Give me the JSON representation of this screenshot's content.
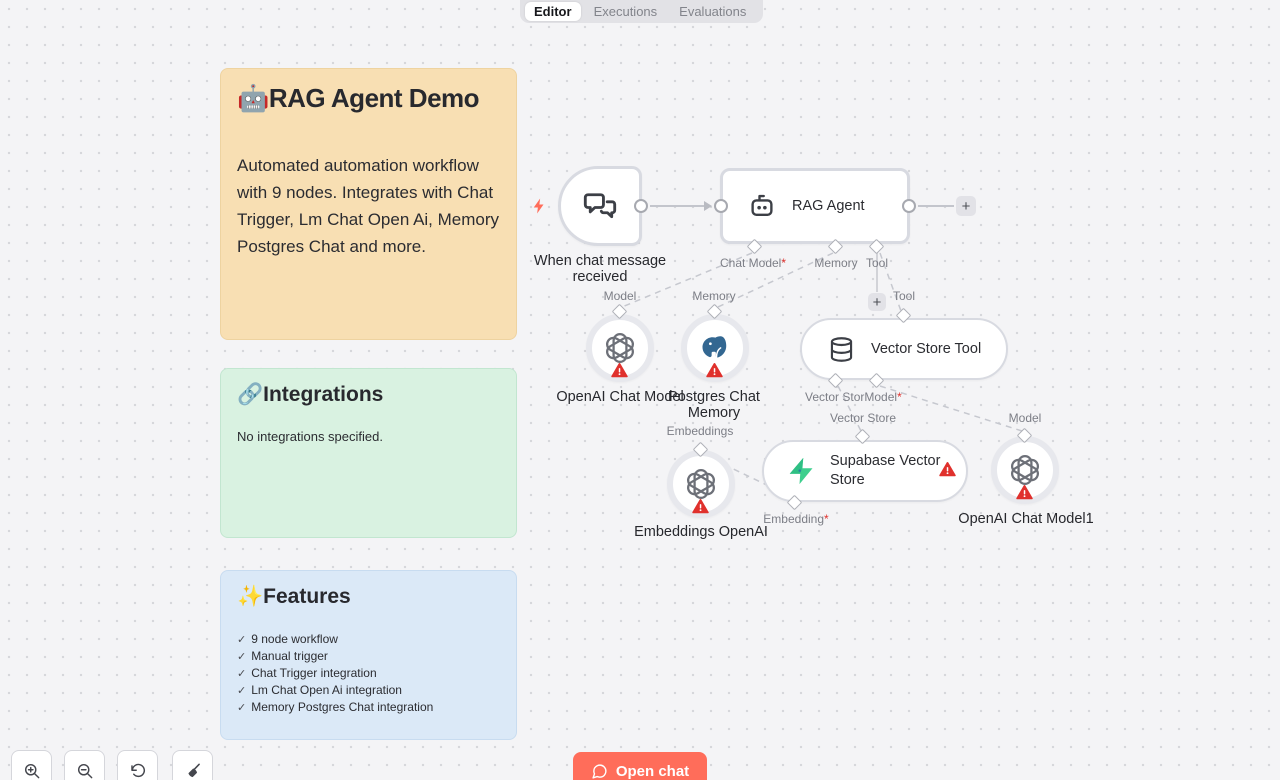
{
  "tabs": [
    {
      "label": "Editor",
      "active": true
    },
    {
      "label": "Executions",
      "active": false
    },
    {
      "label": "Evaluations",
      "active": false
    }
  ],
  "stickies": [
    {
      "title": "🤖RAG Agent Demo",
      "body": "Automated automation workflow with 9 nodes. Integrates with Chat Trigger, Lm Chat Open Ai, Memory Postgres Chat and more."
    },
    {
      "title": "🔗Integrations",
      "body": "No integrations specified."
    },
    {
      "title": "✨Features",
      "features": [
        "9 node workflow",
        "Manual trigger",
        "Chat Trigger integration",
        "Lm Chat Open Ai integration",
        "Memory Postgres Chat integration"
      ]
    }
  ],
  "nodes": {
    "trigger": {
      "name": "When chat message received"
    },
    "rag_agent": {
      "name": "RAG Agent"
    },
    "openai_chat_model": {
      "name": "OpenAI Chat Model"
    },
    "postgres_chat_memory": {
      "name": "Postgres Chat Memory"
    },
    "vector_store_tool": {
      "name": "Vector Store Tool"
    },
    "embeddings_openai": {
      "name": "Embeddings OpenAI"
    },
    "supabase_vector_store": {
      "name": "Supabase Vector Store"
    },
    "openai_chat_model1": {
      "name": "OpenAI Chat Model1"
    }
  },
  "ports": {
    "chat_model": "Chat Model",
    "memory": "Memory",
    "tool": "Tool",
    "model": "Model",
    "vector_store": "Vector Store",
    "vector_store_truncated": "Vector Stor",
    "embeddings": "Embeddings",
    "embedding": "Embedding",
    "required_mark": "*"
  },
  "icons": {
    "check": "✓",
    "plus": "+"
  },
  "controls": {
    "open_chat_label": "Open chat"
  },
  "colors": {
    "accent": "#ff6d5a",
    "warning": "#e0312d",
    "supabase_green": "#3ecf8e",
    "postgres_blue": "#336791",
    "sticky_orange": "#f8dfb3",
    "sticky_green": "#d9f2e1",
    "sticky_blue": "#dbe9f7"
  }
}
